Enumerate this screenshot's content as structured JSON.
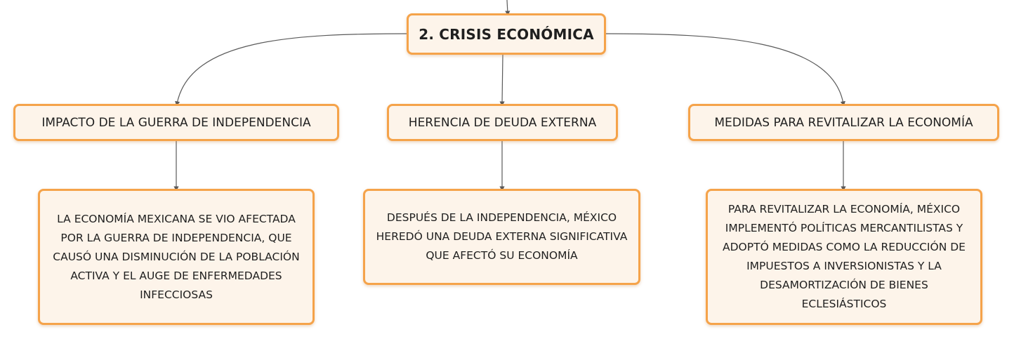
{
  "root": {
    "label": "2. CRISIS ECONÓMICA"
  },
  "topics": [
    {
      "label": "IMPACTO DE LA GUERRA DE INDEPENDENCIA",
      "detail": "LA ECONOMÍA MEXICANA SE VIO AFECTADA POR LA GUERRA DE INDEPENDENCIA, QUE CAUSÓ UNA DISMINUCIÓN DE LA POBLACIÓN ACTIVA Y EL AUGE DE ENFERMEDADES INFECCIOSAS"
    },
    {
      "label": "HERENCIA DE DEUDA EXTERNA",
      "detail": "DESPUÉS DE LA INDEPENDENCIA, MÉXICO HEREDÓ UNA DEUDA EXTERNA SIGNIFICATIVA QUE AFECTÓ SU ECONOMÍA"
    },
    {
      "label": "MEDIDAS PARA REVITALIZAR LA ECONOMÍA",
      "detail": "PARA REVITALIZAR LA ECONOMÍA, MÉXICO IMPLEMENTÓ POLÍTICAS MERCANTILISTAS Y ADOPTÓ MEDIDAS COMO LA REDUCCIÓN DE IMPUESTOS A INVERSIONISTAS Y LA DESAMORTIZACIÓN DE BIENES ECLESIÁSTICOS"
    }
  ],
  "colors": {
    "node_border": "#f5a34a",
    "node_fill": "#fdf4ea",
    "connector": "#5a5a5a",
    "text": "#1f1f1f"
  }
}
